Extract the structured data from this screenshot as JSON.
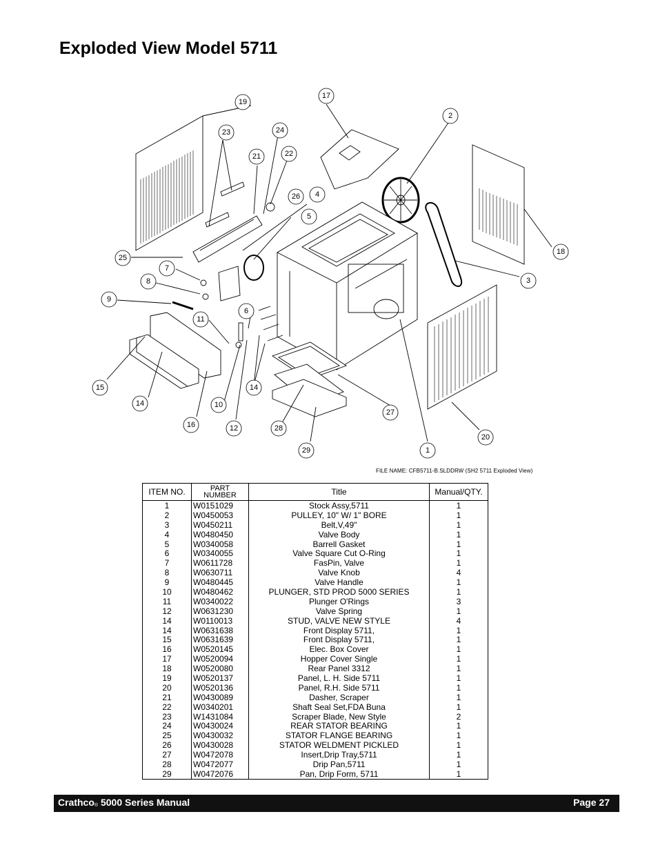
{
  "page": {
    "title": "Exploded View Model 5711",
    "file_name_note": "FILE NAME:  CFB5711-B.SLDDRW (SH2 5711 Exploded View)"
  },
  "callouts": [
    "1",
    "2",
    "3",
    "4",
    "5",
    "6",
    "7",
    "8",
    "9",
    "10",
    "11",
    "12",
    "14",
    "14",
    "15",
    "16",
    "17",
    "18",
    "19",
    "20",
    "21",
    "22",
    "23",
    "24",
    "25",
    "26",
    "27",
    "28",
    "29"
  ],
  "table": {
    "headers": {
      "item": "ITEM NO.",
      "part": "PART NUMBER",
      "title": "Title",
      "qty": "Manual/QTY."
    },
    "rows": [
      {
        "item": "1",
        "part": "W0151029",
        "title": "Stock Assy,5711",
        "qty": "1"
      },
      {
        "item": "2",
        "part": "W0450053",
        "title": "PULLEY, 10\" W/ 1\" BORE",
        "qty": "1"
      },
      {
        "item": "3",
        "part": "W0450211",
        "title": "Belt,V,49\"",
        "qty": "1"
      },
      {
        "item": "4",
        "part": "W0480450",
        "title": "Valve Body",
        "qty": "1"
      },
      {
        "item": "5",
        "part": "W0340058",
        "title": "Barrell Gasket",
        "qty": "1"
      },
      {
        "item": "6",
        "part": "W0340055",
        "title": "Valve Square Cut O-Ring",
        "qty": "1"
      },
      {
        "item": "7",
        "part": "W0611728",
        "title": "FasPin, Valve",
        "qty": "1"
      },
      {
        "item": "8",
        "part": "W0630711",
        "title": "Valve Knob",
        "qty": "4"
      },
      {
        "item": "9",
        "part": "W0480445",
        "title": "Valve Handle",
        "qty": "1"
      },
      {
        "item": "10",
        "part": "W0480462",
        "title": "PLUNGER, STD PROD 5000 SERIES",
        "qty": "1"
      },
      {
        "item": "11",
        "part": "W0340022",
        "title": "Plunger O'Rings",
        "qty": "3"
      },
      {
        "item": "12",
        "part": "W0631230",
        "title": "Valve Spring",
        "qty": "1"
      },
      {
        "item": "14",
        "part": "W0110013",
        "title": "STUD, VALVE NEW STYLE",
        "qty": "4"
      },
      {
        "item": "14",
        "part": "W0631638",
        "title": "Front Display 5711,",
        "qty": "1"
      },
      {
        "item": "15",
        "part": "W0631639",
        "title": "Front Display 5711,",
        "qty": "1"
      },
      {
        "item": "16",
        "part": "W0520145",
        "title": "Elec. Box Cover",
        "qty": "1"
      },
      {
        "item": "17",
        "part": "W0520094",
        "title": "Hopper Cover Single",
        "qty": "1"
      },
      {
        "item": "18",
        "part": "W0520080",
        "title": "Rear Panel 3312",
        "qty": "1"
      },
      {
        "item": "19",
        "part": "W0520137",
        "title": "Panel, L. H. Side 5711",
        "qty": "1"
      },
      {
        "item": "20",
        "part": "W0520136",
        "title": "Panel, R.H. Side 5711",
        "qty": "1"
      },
      {
        "item": "21",
        "part": "W0430089",
        "title": "Dasher, Scraper",
        "qty": "1"
      },
      {
        "item": "22",
        "part": "W0340201",
        "title": "Shaft Seal Set,FDA Buna",
        "qty": "1"
      },
      {
        "item": "23",
        "part": "W1431084",
        "title": "Scraper Blade, New Style",
        "qty": "2"
      },
      {
        "item": "24",
        "part": "W0430024",
        "title": "REAR STATOR BEARING",
        "qty": "1"
      },
      {
        "item": "25",
        "part": "W0430032",
        "title": "STATOR FLANGE BEARING",
        "qty": "1"
      },
      {
        "item": "26",
        "part": "W0430028",
        "title": "STATOR WELDMENT PICKLED",
        "qty": "1"
      },
      {
        "item": "27",
        "part": "W0472078",
        "title": "Insert,Drip Tray,5711",
        "qty": "1"
      },
      {
        "item": "28",
        "part": "W0472077",
        "title": "Drip Pan,5711",
        "qty": "1"
      },
      {
        "item": "29",
        "part": "W0472076",
        "title": "Pan, Drip Form, 5711",
        "qty": "1"
      }
    ]
  },
  "footer": {
    "brand": "Crathco",
    "registered": "®",
    "manual": " 5000 Series Manual",
    "page": "Page 27"
  }
}
